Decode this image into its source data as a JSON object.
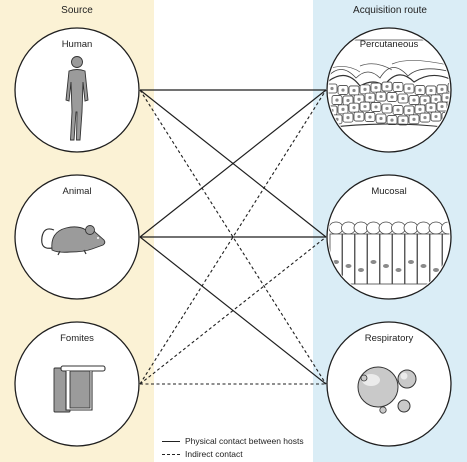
{
  "colors": {
    "source_band": "#fbf2d5",
    "route_band": "#daedf6",
    "line": "#1f1f1f",
    "circle_fill": "#ffffff",
    "icon_fill": "#9b9b9b",
    "icon_stroke": "#333333"
  },
  "columns": {
    "source_title": "Source",
    "route_title": "Acquisition route"
  },
  "sources": [
    {
      "label": "Human",
      "icon": "human-figure-icon"
    },
    {
      "label": "Animal",
      "icon": "mouse-icon"
    },
    {
      "label": "Fomites",
      "icon": "towel-icon"
    }
  ],
  "routes": [
    {
      "label": "Percutaneous",
      "icon": "skin-cells-icon"
    },
    {
      "label": "Mucosal",
      "icon": "mucosal-epithelium-icon"
    },
    {
      "label": "Respiratory",
      "icon": "droplets-icon"
    }
  ],
  "links": {
    "solid": [
      [
        0,
        0
      ],
      [
        0,
        1
      ],
      [
        1,
        0
      ],
      [
        1,
        1
      ],
      [
        1,
        2
      ]
    ],
    "dotted": [
      [
        0,
        2
      ],
      [
        2,
        0
      ],
      [
        2,
        1
      ],
      [
        2,
        2
      ]
    ]
  },
  "legend": {
    "solid_label": "Physical contact between hosts",
    "dotted_label": "Indirect contact"
  }
}
